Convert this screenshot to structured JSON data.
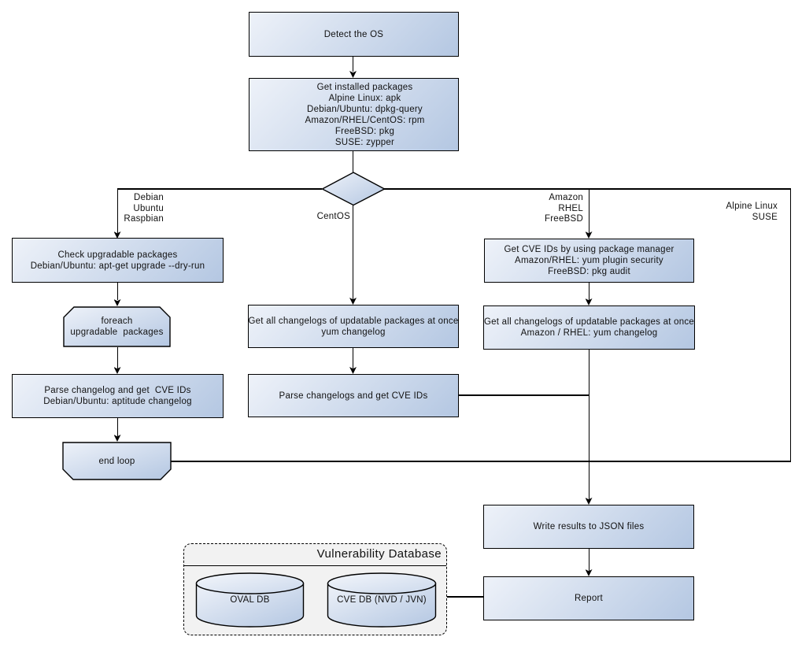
{
  "diagram": {
    "nodes": {
      "detect_os": "Detect the OS",
      "get_installed_packages": "Get installed packages\nAlpine Linux: apk\nDebian/Ubuntu: dpkg-query\nAmazon/RHEL/CentOS: rpm\nFreeBSD: pkg\nSUSE: zypper",
      "check_upgradable_packages": "Check upgradable packages\nDebian/Ubuntu: apt-get upgrade --dry-run",
      "foreach_loop": "foreach\nupgradable  packages",
      "parse_changelog_debian": "Parse changelog and get  CVE IDs\nDebian/Ubuntu: aptitude changelog",
      "end_loop": "end loop",
      "get_changelogs_yum": "Get all changelogs of updatable packages at once\nyum changelog",
      "parse_changelogs": "Parse changelogs and get CVE IDs",
      "get_cve_ids_package_manager": "Get CVE IDs by using package manager\nAmazon/RHEL: yum plugin security\nFreeBSD: pkg audit",
      "get_changelogs_amazon_rhel": "Get all changelogs of updatable packages at once\nAmazon / RHEL: yum changelog",
      "write_results_json": "Write results to JSON files",
      "report": "Report"
    },
    "edge_labels": {
      "debian_branch": "Debian\nUbuntu\nRaspbian",
      "centos_branch": "CentOS",
      "amazon_branch": "Amazon\nRHEL\nFreeBSD",
      "alpine_suse_branch": "Alpine Linux\nSUSE"
    },
    "database_group": {
      "title": "Vulnerability Database",
      "cylinders": [
        {
          "label": "OVAL DB"
        },
        {
          "label": "CVE DB (NVD / JVN)"
        }
      ]
    },
    "colors": {
      "node_gradient_start": "#eef2f9",
      "node_gradient_end": "#b4c7e2",
      "node_border": "#000000",
      "connector": "#000000",
      "group_background": "#f2f2f2",
      "canvas_background": "#ffffff"
    }
  }
}
